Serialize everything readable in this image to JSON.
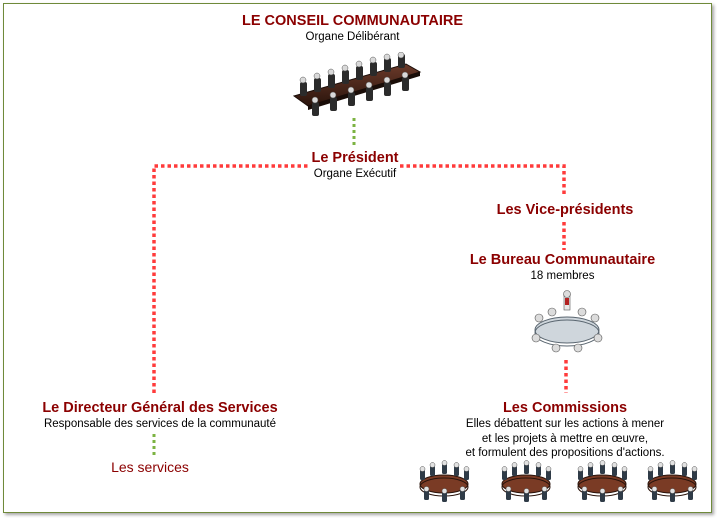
{
  "conseil": {
    "title": "LE CONSEIL COMMUNAUTAIRE",
    "subtitle": "Organe Délibérant"
  },
  "president": {
    "title": "Le Président",
    "subtitle": "Organe Exécutif"
  },
  "vice_presidents": {
    "title": "Les Vice-présidents"
  },
  "bureau": {
    "title": "Le Bureau Communautaire",
    "subtitle": "18 membres"
  },
  "directeur": {
    "title": "Le Directeur Général des Services",
    "subtitle": "Responsable des services de la communauté"
  },
  "services": {
    "label": "Les services"
  },
  "commissions": {
    "title": "Les Commissions",
    "lines": [
      "Elles débattent sur les actions à mener",
      "et les projets à mettre en œuvre,",
      "et formulent des propositions d'actions."
    ]
  },
  "colors": {
    "accent_red": "#8b0000",
    "dotted_red": "#ff3b3b",
    "dotted_green": "#7cb342",
    "frame": "#6f8a3a"
  }
}
